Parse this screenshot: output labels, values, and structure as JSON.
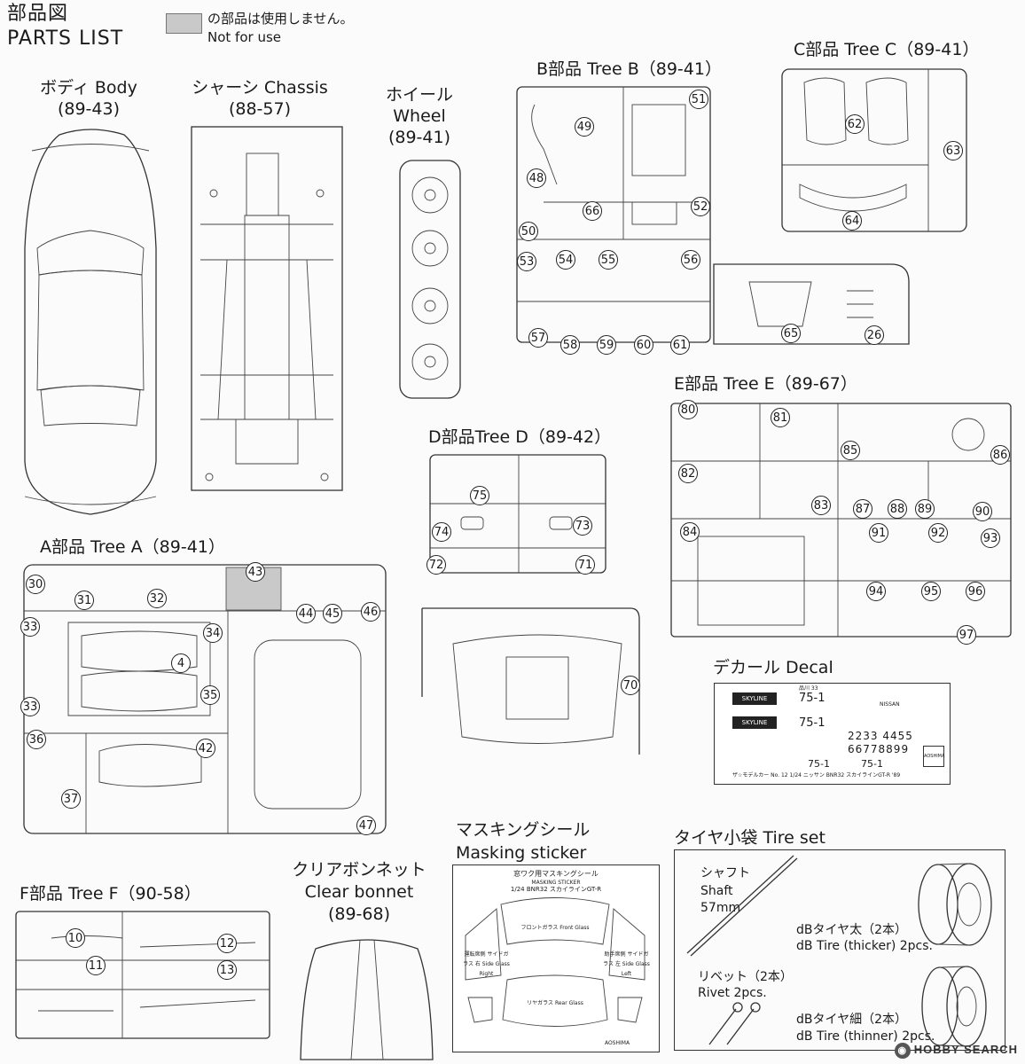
{
  "header": {
    "title_jp": "部品図",
    "title_en": "PARTS LIST"
  },
  "legend": {
    "jp": "の部品は使用しません。",
    "en": "Not for use",
    "color": "#c9c9c9"
  },
  "body": {
    "label": "ボディ Body",
    "code": "(89-43)"
  },
  "chassis": {
    "label": "シャーシ Chassis",
    "code": "(88-57)"
  },
  "wheel": {
    "label_jp": "ホイール",
    "label_en": "Wheel",
    "code": "(89-41)"
  },
  "tree_b": {
    "label": "B部品 Tree B（89-41）",
    "parts": [
      "49",
      "51",
      "48",
      "66",
      "52",
      "50",
      "53",
      "54",
      "55",
      "56",
      "57",
      "58",
      "59",
      "60",
      "61",
      "65",
      "26"
    ]
  },
  "tree_c": {
    "label": "C部品 Tree C（89-41）",
    "parts": [
      "62",
      "63",
      "64"
    ]
  },
  "tree_d": {
    "label": "D部品Tree D（89-42）",
    "parts": [
      "75",
      "74",
      "73",
      "72",
      "71"
    ]
  },
  "tree_e": {
    "label": "E部品 Tree E（89-67）",
    "parts": [
      "80",
      "81",
      "85",
      "86",
      "82",
      "83",
      "87",
      "88",
      "89",
      "90",
      "84",
      "91",
      "92",
      "93",
      "94",
      "95",
      "96",
      "97"
    ]
  },
  "tree_a": {
    "label": "A部品 Tree A（89-41）",
    "parts": [
      "30",
      "31",
      "32",
      "43",
      "44",
      "45",
      "46",
      "33",
      "34",
      "4",
      "35",
      "33",
      "36",
      "42",
      "37",
      "47"
    ]
  },
  "part_70": "70",
  "decal": {
    "label": "デカール Decal",
    "plate_1": "75-1",
    "plate_2": "75-1",
    "plate_3": "75-1",
    "plate_4": "75-1",
    "plate_area": "品川 33",
    "brand": "SKYLINE",
    "maker": "NISSAN",
    "digits_1": "2233 4455",
    "digits_2": "66778899",
    "footer": "ザ☆モデルカー No. 12 1/24 ニッサン BNR32 スカイラインGT-R '89",
    "logo": "AOSHIMA"
  },
  "masking": {
    "label_jp": "マスキングシール",
    "label_en": "Masking sticker",
    "title_jp": "窓ワク用マスキングシール",
    "title_en": "MASKING STICKER",
    "subtitle": "1/24 BNR32 スカイラインGT-R",
    "front": "フロントガラス Front Glass",
    "side_r": "運転席側 サイドガラス 右 Side Glass Right",
    "side_l": "助手席側 サイドガラス 左 Side Glass Left",
    "rear": "リヤガラス Rear Glass",
    "logo": "AOSHIMA"
  },
  "tree_f": {
    "label": "F部品 Tree F（90-58）",
    "parts": [
      "10",
      "12",
      "11",
      "13"
    ]
  },
  "clear_bonnet": {
    "label_jp": "クリアボンネット",
    "label_en": "Clear bonnet",
    "code": "(89-68)"
  },
  "tire_set": {
    "label": "タイヤ小袋 Tire set",
    "shaft_jp": "シャフト",
    "shaft_en": "Shaft",
    "shaft_len": "57mm",
    "thick_jp": "dBタイヤ太（2本）",
    "thick_en": "dB Tire (thicker) 2pcs.",
    "rivet_jp": "リベット（2本）",
    "rivet_en": "Rivet 2pcs.",
    "thin_jp": "dBタイヤ細（2本）",
    "thin_en": "dB Tire (thinner) 2pcs."
  },
  "watermark": "HOBBY SEARCH"
}
